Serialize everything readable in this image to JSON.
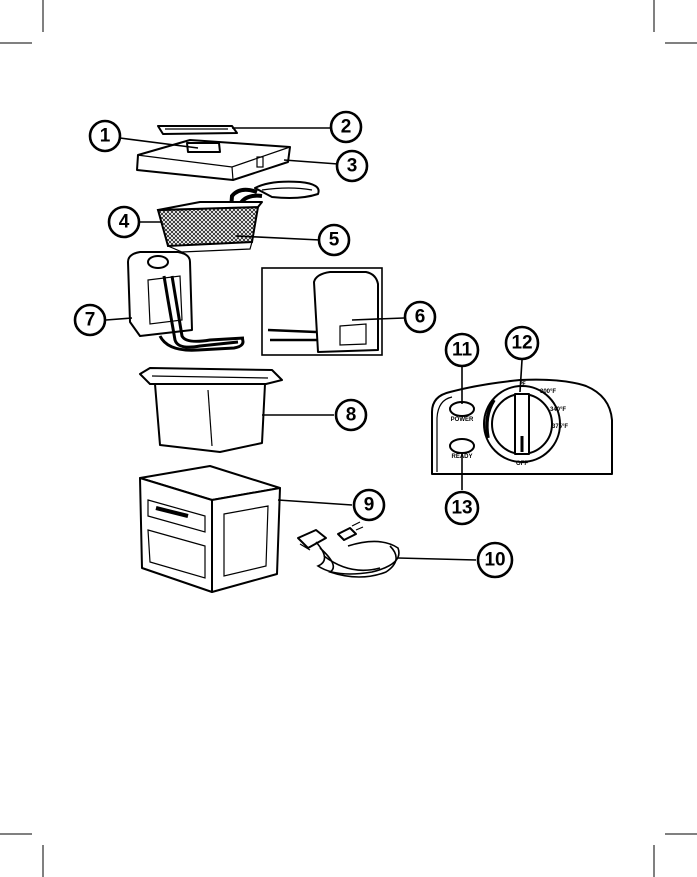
{
  "callouts": [
    {
      "num": "1",
      "part": "lid-viewing-window"
    },
    {
      "num": "2",
      "part": "lid-window-cover"
    },
    {
      "num": "3",
      "part": "lid"
    },
    {
      "num": "4",
      "part": "frying-basket"
    },
    {
      "num": "5",
      "part": "basket-handle"
    },
    {
      "num": "6",
      "part": "control-panel-side-view"
    },
    {
      "num": "7",
      "part": "heating-element-control-unit"
    },
    {
      "num": "8",
      "part": "oil-container"
    },
    {
      "num": "9",
      "part": "housing"
    },
    {
      "num": "10",
      "part": "power-cord"
    },
    {
      "num": "11",
      "part": "power-light"
    },
    {
      "num": "12",
      "part": "temperature-dial"
    },
    {
      "num": "13",
      "part": "ready-light"
    }
  ],
  "control_panel": {
    "power_label": "POWER",
    "ready_label": "READY",
    "dial_off": "OFF",
    "dial_marks": [
      "℉",
      "300°F",
      "340°F",
      "375°F"
    ]
  }
}
